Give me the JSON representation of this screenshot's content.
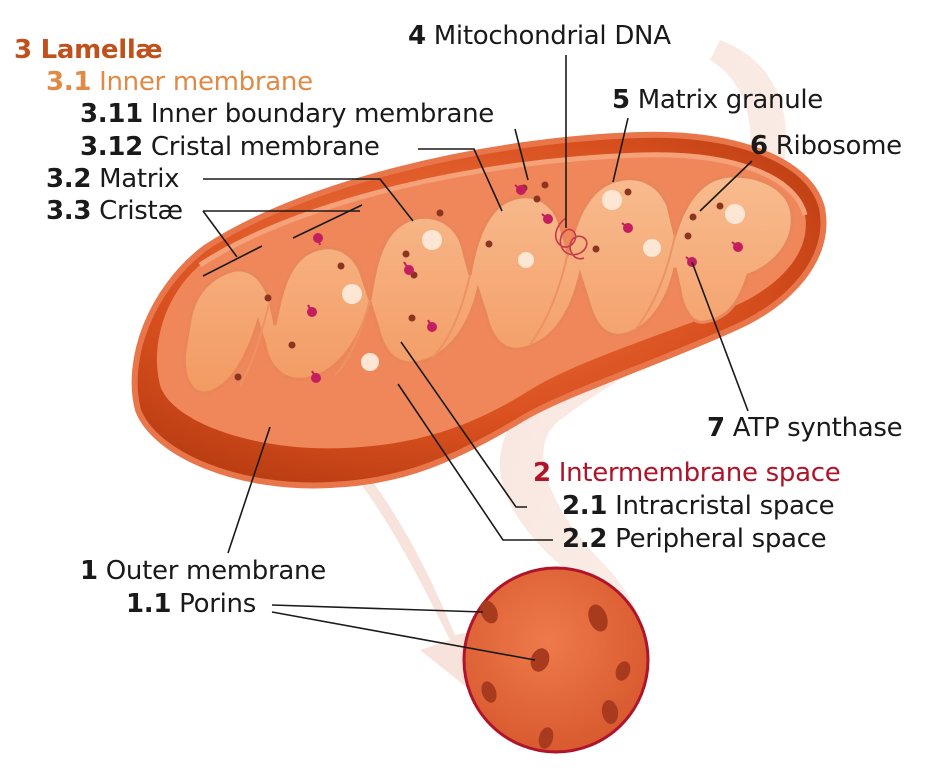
{
  "colors": {
    "lamellae": "#c0501c",
    "inner_membrane": "#e08a45",
    "intermembrane": "#b0142a",
    "text": "#1a1a1a",
    "outer_shell": "#d9501f",
    "matrix": "#f7a66f",
    "ribosome": "#8a3520",
    "atp": "#c41e5e"
  },
  "labels": {
    "lamellae": {
      "num": "3",
      "text": "Lamellæ"
    },
    "inner_membrane": {
      "num": "3.1",
      "text": "Inner membrane"
    },
    "inner_boundary": {
      "num": "3.11",
      "text": "Inner boundary membrane"
    },
    "cristal": {
      "num": "3.12",
      "text": "Cristal membrane"
    },
    "matrix": {
      "num": "3.2",
      "text": "Matrix"
    },
    "cristae": {
      "num": "3.3",
      "text": "Cristæ"
    },
    "mito_dna": {
      "num": "4",
      "text": "Mitochondrial DNA"
    },
    "matrix_granule": {
      "num": "5",
      "text": "Matrix granule"
    },
    "ribosome": {
      "num": "6",
      "text": "Ribosome"
    },
    "atp_synthase": {
      "num": "7",
      "text": "ATP synthase"
    },
    "intermembrane": {
      "num": "2",
      "text": "Intermembrane space"
    },
    "intracristal": {
      "num": "2.1",
      "text": "Intracristal space"
    },
    "peripheral": {
      "num": "2.2",
      "text": "Peripheral space"
    },
    "outer_membrane": {
      "num": "1",
      "text": "Outer membrane"
    },
    "porins": {
      "num": "1.1",
      "text": "Porins"
    }
  }
}
